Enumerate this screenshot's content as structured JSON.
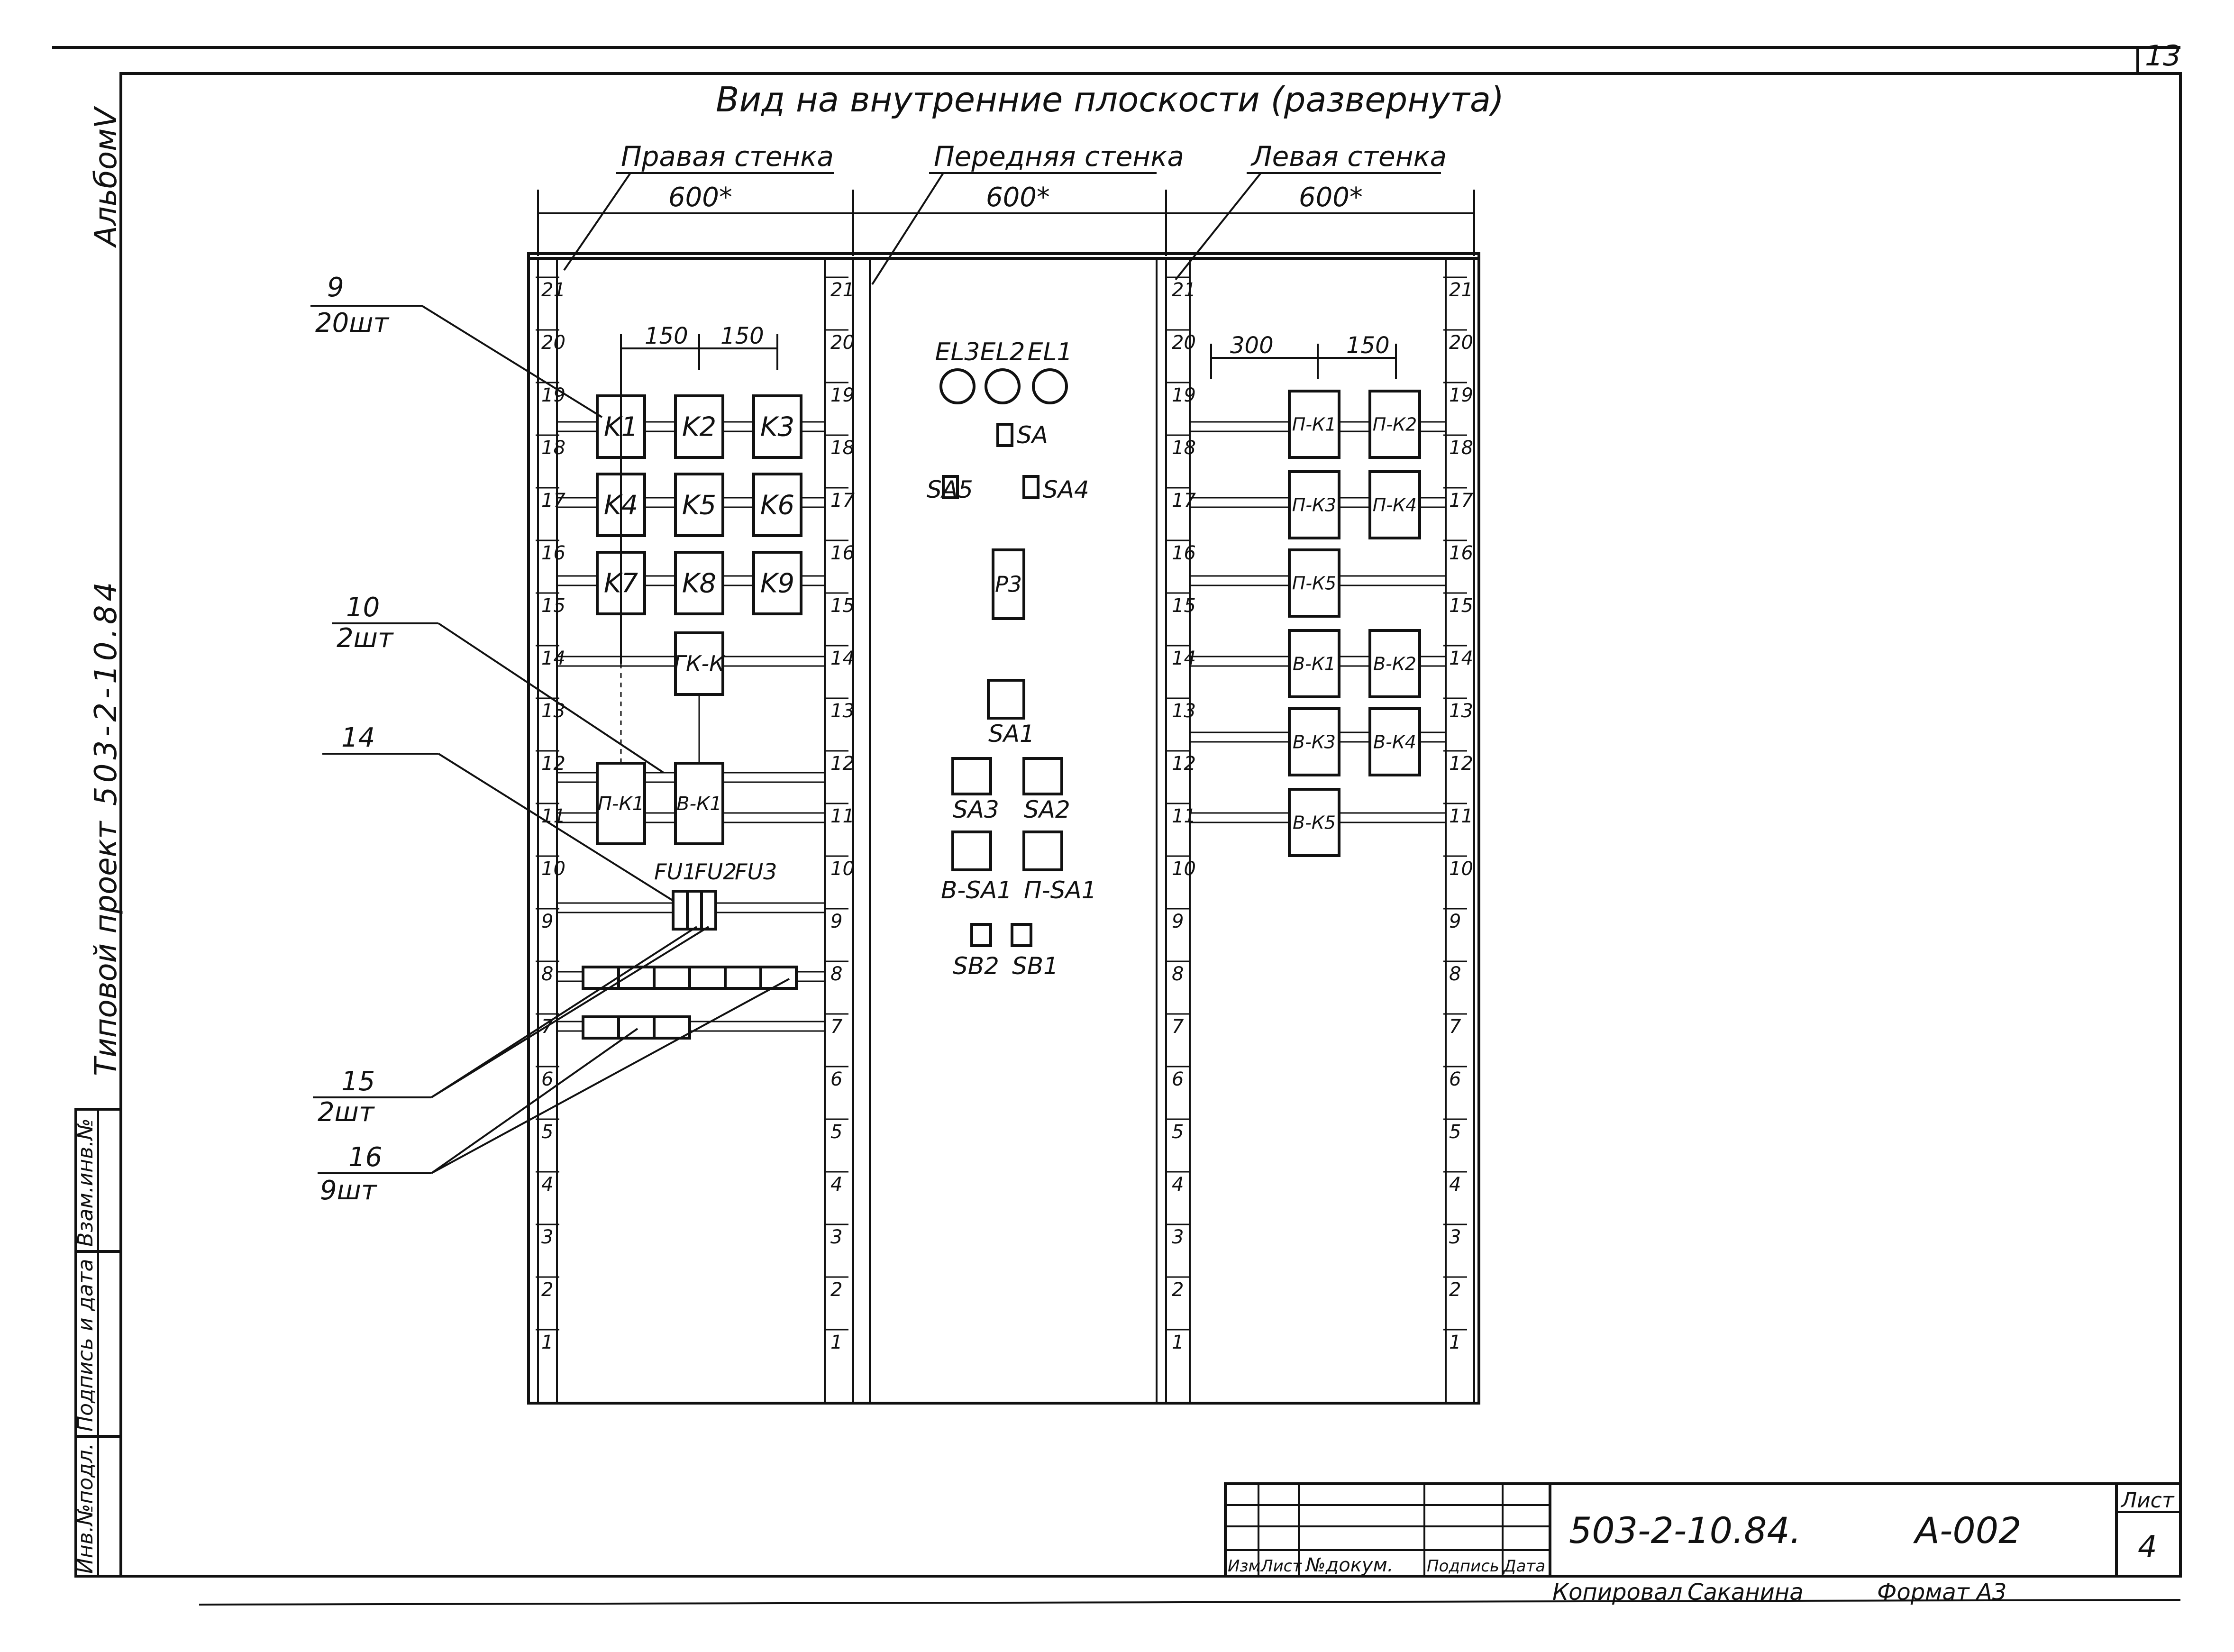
{
  "title": "Вид на внутренние плоскости (развернута)",
  "sheet_corner_mark": "13",
  "walls": [
    {
      "label": "Правая стенка",
      "width": "600*"
    },
    {
      "label": "Передняя стенка",
      "width": "600*"
    },
    {
      "label": "Левая стенка",
      "width": "600*"
    }
  ],
  "rail_numbers": [
    "21",
    "20",
    "19",
    "18",
    "17",
    "16",
    "15",
    "14",
    "13",
    "12",
    "11",
    "10",
    "9",
    "8",
    "7",
    "6",
    "5",
    "4",
    "3",
    "2",
    "1"
  ],
  "right_wall": {
    "dim_a": "150",
    "dim_b": "150",
    "devices": [
      "K1",
      "K2",
      "K3",
      "K4",
      "K5",
      "K6",
      "K7",
      "K8",
      "K9",
      "ГК-К",
      "П-К1",
      "В-К1"
    ],
    "fuse_labels": [
      "FU1",
      "FU2",
      "FU3"
    ]
  },
  "front_wall": {
    "lamps": [
      "EL3",
      "EL2",
      "EL1"
    ],
    "switches": [
      "SA",
      "SA5",
      "SA4",
      "Р3",
      "SA1",
      "SA3",
      "SA2",
      "В-SA1",
      "П-SA1",
      "SB2",
      "SB1"
    ]
  },
  "left_wall": {
    "dim_a": "300",
    "dim_b": "150",
    "devices": [
      "П-К1",
      "П-К2",
      "П-К3",
      "П-К4",
      "П-К5",
      "В-К1",
      "В-К2",
      "В-К3",
      "В-К4",
      "В-К5"
    ]
  },
  "callouts": [
    {
      "num": "9",
      "qty": "20шт"
    },
    {
      "num": "10",
      "qty": "2шт"
    },
    {
      "num": "14",
      "qty": ""
    },
    {
      "num": "15",
      "qty": "2шт"
    },
    {
      "num": "16",
      "qty": "9шт"
    }
  ],
  "margin": {
    "album": "АльбомV",
    "project": "Типовой проект",
    "project_code": "503-2-10.84",
    "stamp_cells": [
      "Взам.инв.№",
      "Подпись и дата",
      "Инв.№подл."
    ]
  },
  "title_block": {
    "code": "503-2-10.84.",
    "sheet_code": "А-002",
    "sheet_label": "Лист",
    "sheet_number": "4",
    "cols": [
      "Изм.",
      "Лист",
      "№докум.",
      "Подпись",
      "Дата"
    ],
    "copied_label": "Копировал",
    "copied_name": "Саканина",
    "format_label": "Формат А3"
  }
}
